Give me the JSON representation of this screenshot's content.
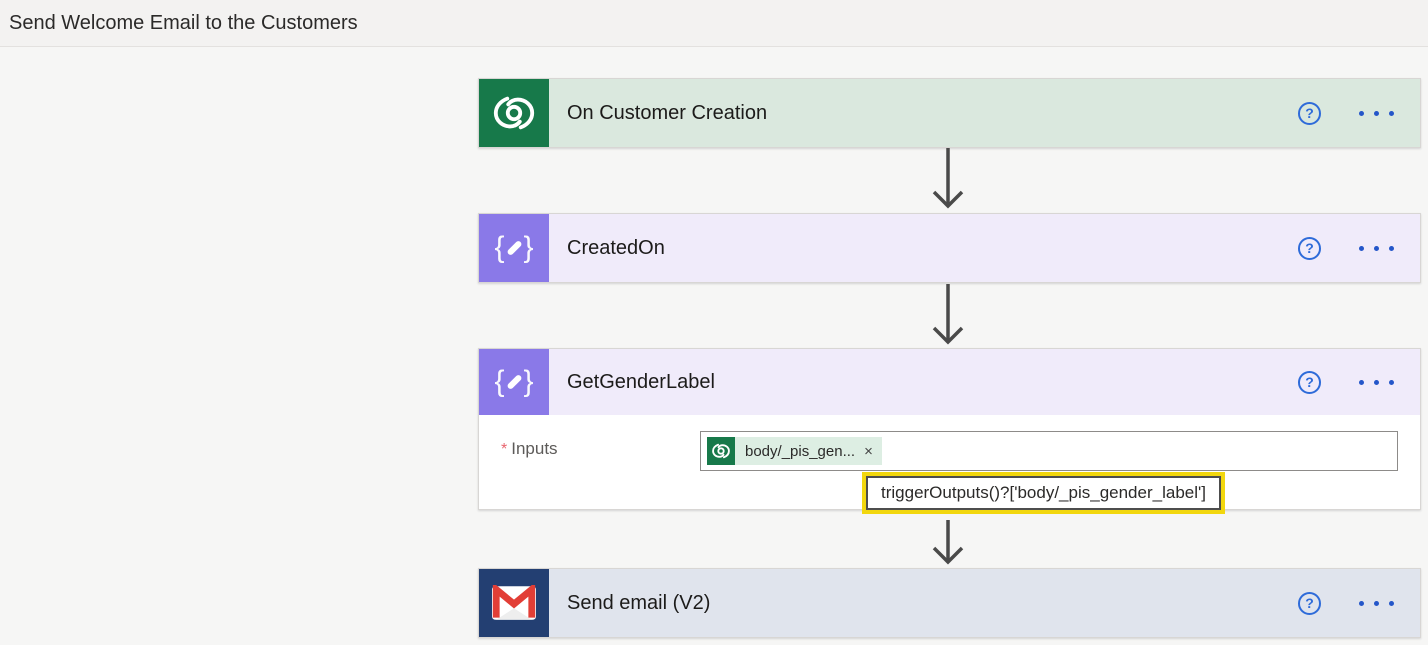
{
  "titlebar": {
    "title": "Send Welcome Email to the Customers"
  },
  "ui": {
    "help_glyph": "?",
    "brace_open": "{",
    "brace_close": "}"
  },
  "flow": {
    "nodes": [
      {
        "title": "On Customer Creation",
        "icon": "dataverse-icon",
        "type": "trigger"
      },
      {
        "title": "CreatedOn",
        "icon": "compose-icon",
        "type": "compose"
      },
      {
        "title": "GetGenderLabel",
        "icon": "compose-icon",
        "type": "compose",
        "inputs": {
          "required_marker": "*",
          "label": "Inputs",
          "token": {
            "icon": "dataverse-icon",
            "text": "body/_pis_gen...",
            "remove": "×"
          },
          "tooltip": "triggerOutputs()?['body/_pis_gender_label']"
        }
      },
      {
        "title": "Send email (V2)",
        "icon": "gmail-icon",
        "type": "gmail"
      }
    ]
  },
  "colors": {
    "dataverse_green": "#17794a",
    "trigger_header_bg": "#dae8de",
    "compose_purple": "#8a79e8",
    "compose_header_bg": "#f0ebfa",
    "gmail_navy": "#233f72",
    "gmail_header_bg": "#e0e4ed",
    "accent_blue": "#2e6bd9",
    "tooltip_highlight_yellow": "#f2d70e",
    "arrow_gray": "#4a4a4a",
    "titlebar_bg": "#f3f2f1"
  }
}
